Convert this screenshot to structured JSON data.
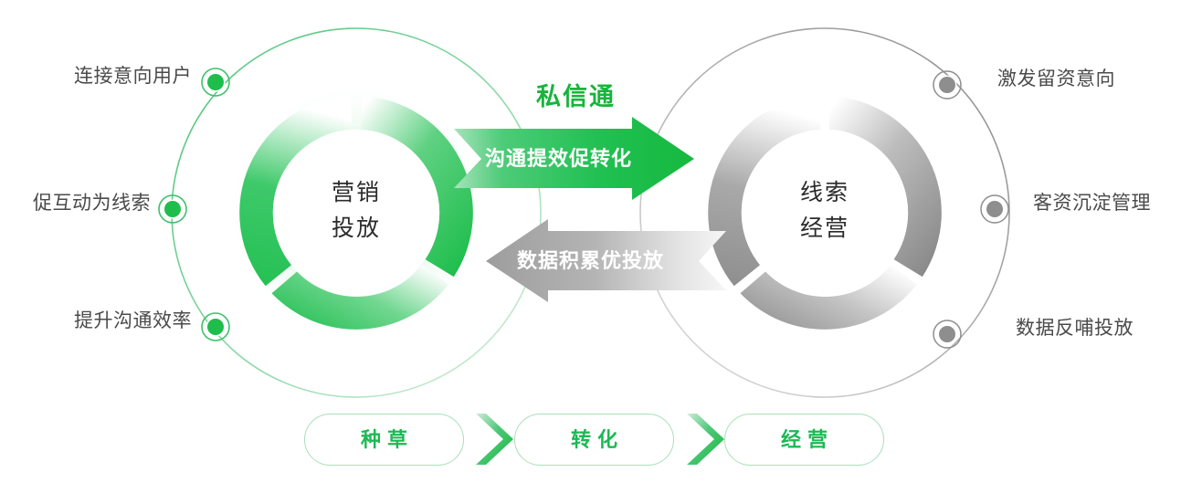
{
  "diagram": {
    "title_brand": "私信通",
    "left_hub": {
      "line1": "营销",
      "line2": "投放"
    },
    "right_hub": {
      "line1": "线索",
      "line2": "经营"
    },
    "arrows": [
      {
        "id": "forward",
        "label": "沟通提效促转化",
        "direction": "right",
        "color": "#22c155"
      },
      {
        "id": "feedback",
        "label": "数据积累优投放",
        "direction": "left",
        "color": "#a6a6a6"
      }
    ],
    "left_nodes": [
      {
        "label": "连接意向用户"
      },
      {
        "label": "促互动为线索"
      },
      {
        "label": "提升沟通效率"
      }
    ],
    "right_nodes": [
      {
        "label": "激发留资意向"
      },
      {
        "label": "客资沉淀管理"
      },
      {
        "label": "数据反哺投放"
      }
    ],
    "stages": [
      {
        "label": "种草"
      },
      {
        "label": "转化"
      },
      {
        "label": "经营"
      }
    ],
    "stage_separator": "chevron-right-icon",
    "colors": {
      "green": "#22c155",
      "green_dark": "#17b53c",
      "green_light": "#d9f2e0",
      "grey": "#8e8e8e",
      "grey_light": "#e6e6e6",
      "text": "#4a4a4a"
    }
  }
}
